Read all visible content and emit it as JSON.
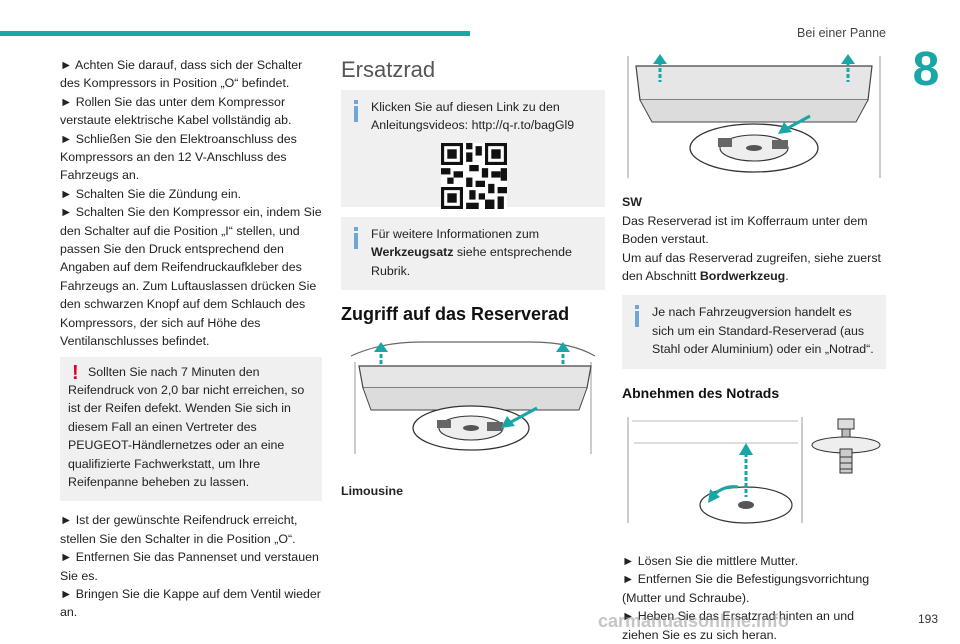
{
  "header": {
    "section": "Bei einer Panne",
    "chapter": "8",
    "page": "193"
  },
  "col1": {
    "steps_a": [
      "► Achten Sie darauf, dass sich der Schalter des Kompressors in Position „O“ befindet.",
      "► Rollen Sie das unter dem Kompressor verstaute elektrische Kabel vollständig ab.",
      "► Schließen Sie den Elektroanschluss des Kompressors an den 12 V-Anschluss des Fahrzeugs an.",
      "► Schalten Sie die Zündung ein.",
      "► Schalten Sie den Kompressor ein, indem Sie den Schalter auf die Position „I“ stellen, und passen Sie den Druck entsprechend den Angaben auf dem Reifendruckaufkleber des Fahrzeugs an. Zum Luftauslassen drücken Sie den schwarzen Knopf auf dem Schlauch des Kompressors, der sich auf Höhe des Ventilanschlusses befindet."
    ],
    "warning": "Sollten Sie nach 7 Minuten den Reifendruck von 2,0 bar nicht erreichen, so ist der Reifen defekt. Wenden Sie sich in diesem Fall an einen Vertreter des PEUGEOT-Händlernetzes oder an eine qualifizierte Fachwerkstatt, um Ihre Reifenpanne beheben zu lassen.",
    "steps_b": [
      "► Ist der gewünschte Reifendruck erreicht, stellen Sie den Schalter in die Position „O“.",
      "► Entfernen Sie das Pannenset und verstauen Sie es.",
      "► Bringen Sie die Kappe auf dem Ventil wieder an."
    ]
  },
  "col2": {
    "title": "Ersatzrad",
    "info1": "Klicken Sie auf diesen Link zu den Anleitungsvideos: http://q-r.to/bagGl9",
    "info2_pre": "Für weitere Informationen zum ",
    "info2_bold": "Werkzeugsatz",
    "info2_post": " siehe entsprechende Rubrik.",
    "subtitle": "Zugriff auf das Reserverad",
    "caption": "Limousine"
  },
  "col3": {
    "sw_label": "SW",
    "sw_text1": "Das Reserverad ist im Kofferraum unter dem Boden verstaut.",
    "sw_text2_pre": "Um auf das Reserverad zugreifen, siehe zuerst den Abschnitt ",
    "sw_text2_bold": "Bordwerkzeug",
    "sw_text2_post": ".",
    "info": "Je nach Fahrzeugversion handelt es sich um ein Standard-Reserverad (aus Stahl oder Aluminium) oder ein „Notrad“.",
    "subtitle": "Abnehmen des Notrads",
    "steps": [
      "► Lösen Sie die mittlere Mutter.",
      "► Entfernen Sie die Befestigungsvorrichtung (Mutter und Schraube).",
      "► Heben Sie das Ersatzrad hinten an und ziehen Sie es zu sich heran."
    ]
  },
  "watermark": "carmanualsonline.info",
  "colors": {
    "accent": "#1aa6a6",
    "warning": "#e4002b",
    "info": "#6fa6d8",
    "box_bg": "#f0f0f0"
  }
}
